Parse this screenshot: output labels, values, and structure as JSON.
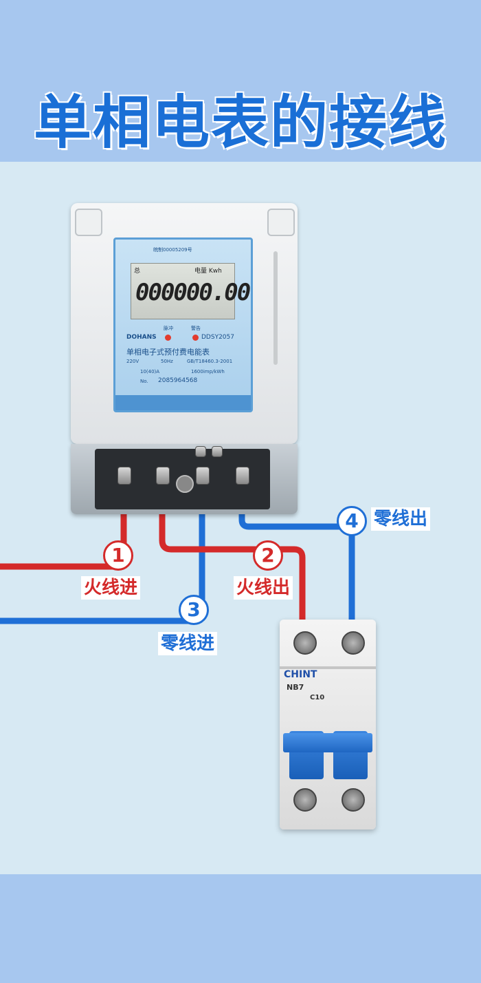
{
  "title": "单相电表的接线",
  "meter": {
    "cert": "皖制00005209号",
    "lcd_total": "总",
    "lcd_unit": "电量 Kwh",
    "reading": "000000.00",
    "led_pulse": "脉冲",
    "led_alarm": "警告",
    "brand": "DOHANS",
    "model": "DDSY2057",
    "name": "单相电子式预付费电能表",
    "voltage": "220V",
    "freq": "50Hz",
    "standard": "GB/T18460.3-2001",
    "current": "10(40)A",
    "constant": "1600imp/kWh",
    "serial_label": "No.",
    "serial": "2085964568"
  },
  "breaker": {
    "brand": "CHINT",
    "model": "NB7",
    "rating": "C10"
  },
  "callouts": [
    {
      "num": "1",
      "text": "火线进"
    },
    {
      "num": "2",
      "text": "火线出"
    },
    {
      "num": "3",
      "text": "零线进"
    },
    {
      "num": "4",
      "text": "零线出"
    }
  ],
  "colors": {
    "live": "#d42a2a",
    "neutral": "#1f6fd6",
    "accent": "#1a6fd6"
  }
}
